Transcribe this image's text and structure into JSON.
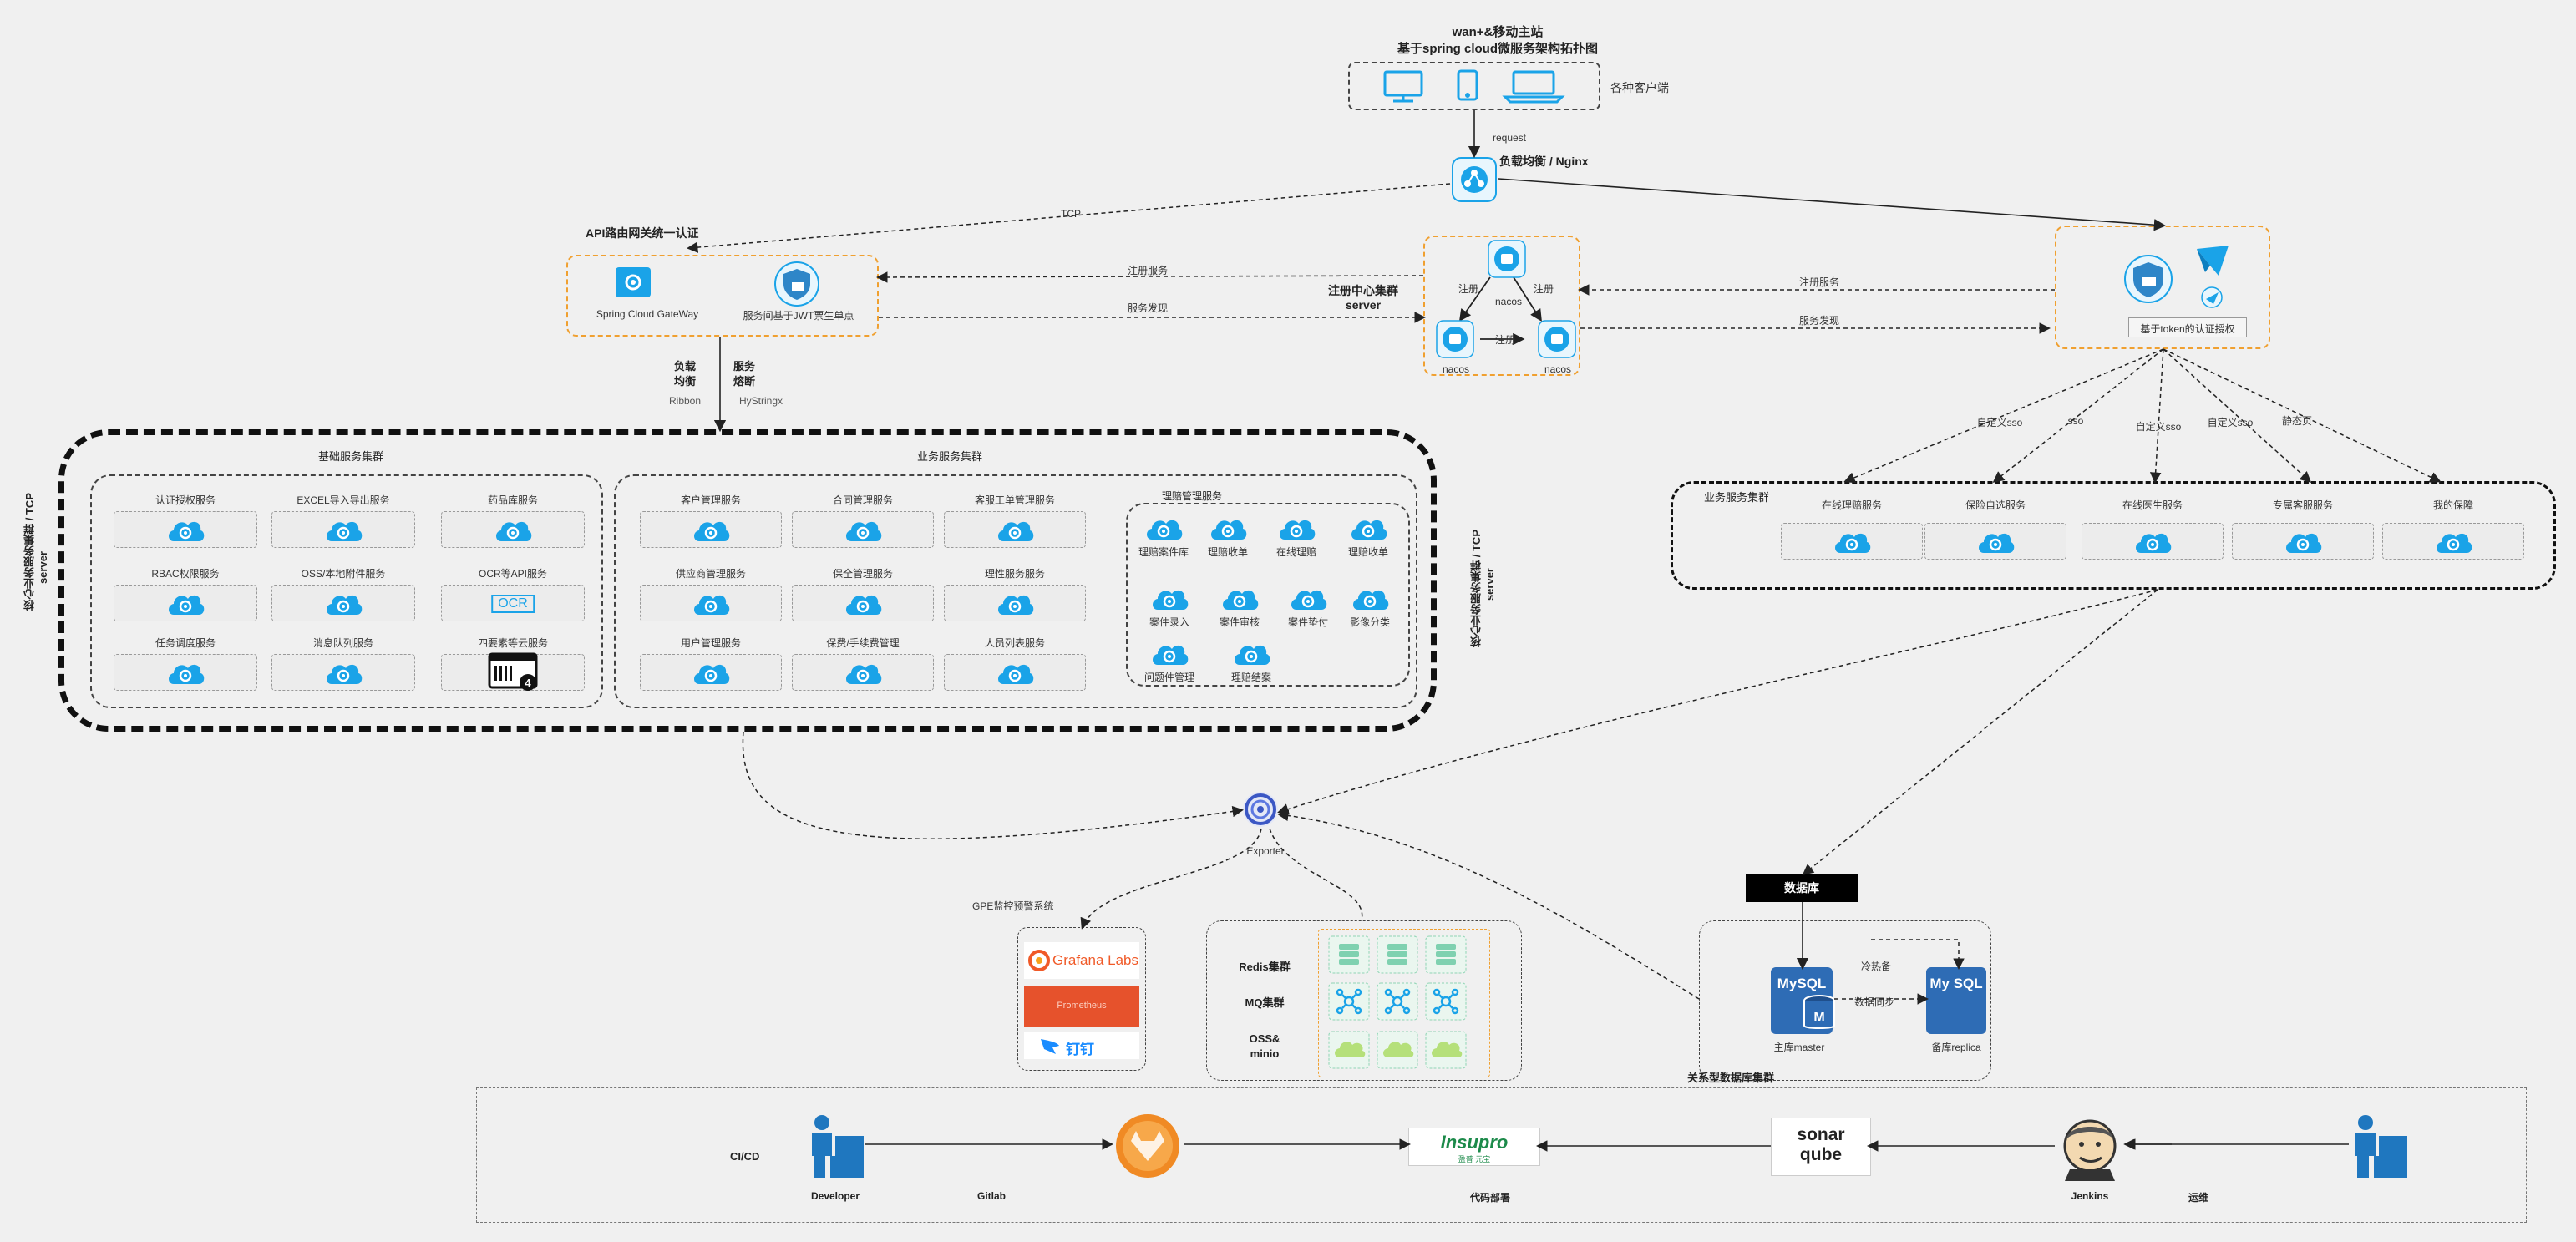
{
  "title": {
    "line1": "wan+&移动主站",
    "line2": "基于spring cloud微服务架构拓扑图"
  },
  "clients": {
    "label": "各种客户端"
  },
  "lb": {
    "request": "request",
    "label": "负载均衡 / Nginx",
    "tcp": "TCP"
  },
  "gateway": {
    "title": "API路由网关统一认证",
    "scg": "Spring Cloud GateWay",
    "jwt": "服务间基于JWT票生单点",
    "load1": "负载",
    "load2": "均衡",
    "ribbon": "Ribbon",
    "fuse1": "服务",
    "fuse2": "熔断",
    "hystrix": "HyStringx"
  },
  "registry": {
    "title1": "注册中心集群",
    "title2": "server",
    "node_top": "nacos",
    "node_left": "nacos",
    "node_right": "nacos",
    "reg_left": "注册",
    "reg_right": "注册",
    "reg_bottom": "注册",
    "svc_reg_left": "注册服务",
    "svc_disc_left": "服务发现",
    "svc_reg_right": "注册服务",
    "svc_disc_right": "服务发现"
  },
  "auth": {
    "label": "基于token的认证授权"
  },
  "core_left": {
    "side1": "核心业务服务集群 / TCP",
    "side2": "server",
    "side_r1": "核心业务服务集群 / TCP",
    "side_r2": "server",
    "basic_title": "基础服务集群",
    "basic": [
      {
        "label": "认证授权服务"
      },
      {
        "label": "EXCEL导入导出服务"
      },
      {
        "label": "药品库服务"
      },
      {
        "label": "RBAC权限服务"
      },
      {
        "label": "OSS/本地附件服务"
      },
      {
        "label": "OCR等API服务"
      },
      {
        "label": "任务调度服务"
      },
      {
        "label": "消息队列服务"
      },
      {
        "label": "四要素等云服务"
      }
    ],
    "ocr_text": "OCR",
    "biz_title": "业务服务集群",
    "biz": [
      {
        "label": "客户管理服务"
      },
      {
        "label": "合同管理服务"
      },
      {
        "label": "客服工单管理服务"
      },
      {
        "label": "供应商管理服务"
      },
      {
        "label": "保全管理服务"
      },
      {
        "label": "理性服务服务"
      },
      {
        "label": "用户管理服务"
      },
      {
        "label": "保费/手续费管理"
      },
      {
        "label": "人员列表服务"
      }
    ],
    "claims_title": "理赔管理服务",
    "claims": [
      {
        "label": "理赔案件库"
      },
      {
        "label": "理赔收单"
      },
      {
        "label": "在线理赔"
      },
      {
        "label": "理赔收单"
      },
      {
        "label": "案件录入"
      },
      {
        "label": "案件审核"
      },
      {
        "label": "案件垫付"
      },
      {
        "label": "影像分类"
      },
      {
        "label": "问题件管理"
      },
      {
        "label": "理赔结案"
      }
    ]
  },
  "right_biz": {
    "title": "业务服务集群",
    "items": [
      {
        "label": "在线理赔服务"
      },
      {
        "label": "保险自选服务"
      },
      {
        "label": "在线医生服务"
      },
      {
        "label": "专属客服服务"
      },
      {
        "label": "我的保障"
      }
    ],
    "sso": [
      "自定义sso",
      "sso",
      "自定义sso",
      "自定义sso",
      "静态页"
    ]
  },
  "monitor": {
    "exporter": "Exporter",
    "title": "GPE监控预警系统",
    "grafana": "Grafana Labs",
    "prometheus": "Prometheus",
    "dingtalk": "钉钉"
  },
  "infra": {
    "redis": "Redis集群",
    "mq": "MQ集群",
    "oss1": "OSS&",
    "oss2": "minio"
  },
  "db": {
    "header": "数据库",
    "master": "主库master",
    "replica": "备库replica",
    "mysql": "MySQL",
    "mysql2": "My SQL",
    "m": "M",
    "cold": "冷热备",
    "sync": "数据同步",
    "title": "关系型数据库集群"
  },
  "cicd": {
    "label": "CI/CD",
    "developer": "Developer",
    "gitlab": "Gitlab",
    "deploy": "代码部署",
    "insupro": "Insupro",
    "insupro_sub": "盈普 元宝",
    "sonar1": "sonar",
    "sonar2": "qube",
    "jenkins": "Jenkins",
    "ops": "运维"
  },
  "colors": {
    "accent": "#1aa3e8",
    "orange": "#f0a030",
    "mysql": "#2e6cb5",
    "prometheus": "#e6522c"
  }
}
